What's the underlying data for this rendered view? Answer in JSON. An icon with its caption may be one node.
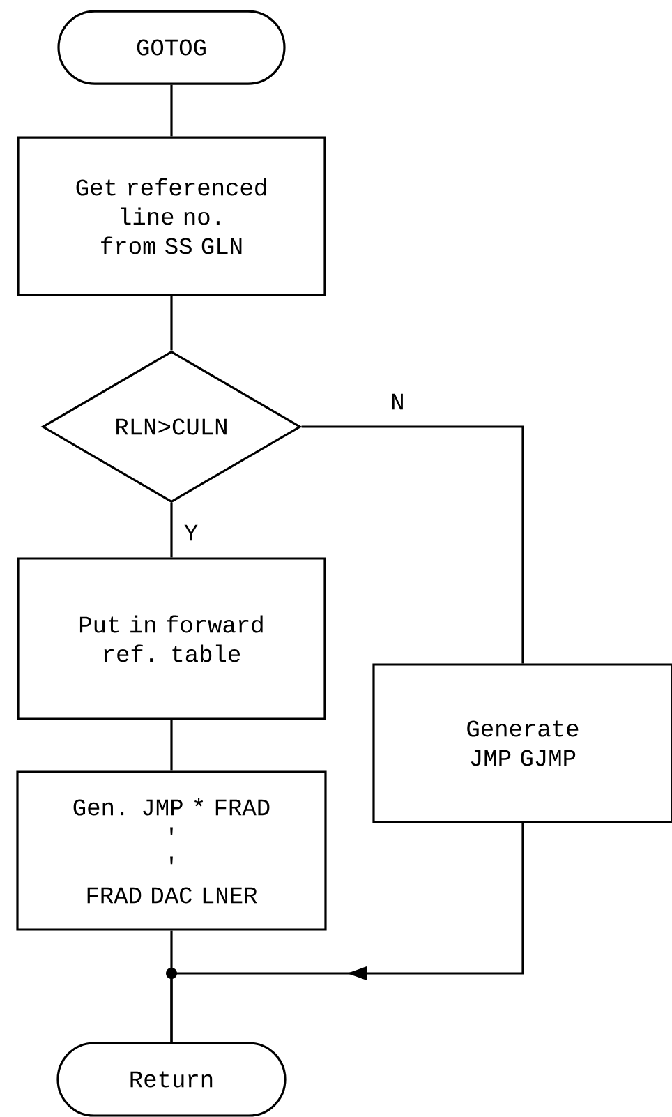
{
  "diagram": {
    "nodes": [
      {
        "text": [
          "GOTOG"
        ]
      },
      {
        "text": [
          "Get referenced line no. from SS GLN"
        ]
      },
      {
        "text": [
          "RLN>CULN"
        ]
      },
      {
        "text": [
          "Put in forward ref. table"
        ]
      },
      {
        "text": [
          "Generate JMP GJMP"
        ]
      },
      {
        "text": [
          "Gen. JMP * FRAD",
          "'",
          "'",
          "FRAD DAC LNER"
        ]
      },
      {
        "text": [
          "Return"
        ]
      }
    ],
    "edges": [
      {
        "from": 0,
        "to": 1,
        "arrow": "none"
      },
      {
        "from": 1,
        "to": 2,
        "arrow": "none"
      },
      {
        "from": 2,
        "to": 3,
        "arrow": "none",
        "label": "Y"
      },
      {
        "from": 2,
        "to": 4,
        "arrow": "none",
        "label": "N"
      },
      {
        "from": 3,
        "to": 5,
        "arrow": "none"
      },
      {
        "from": 5,
        "to": 6,
        "arrow": "none"
      },
      {
        "from": 4,
        "to": 6,
        "arrow": "to"
      }
    ]
  }
}
